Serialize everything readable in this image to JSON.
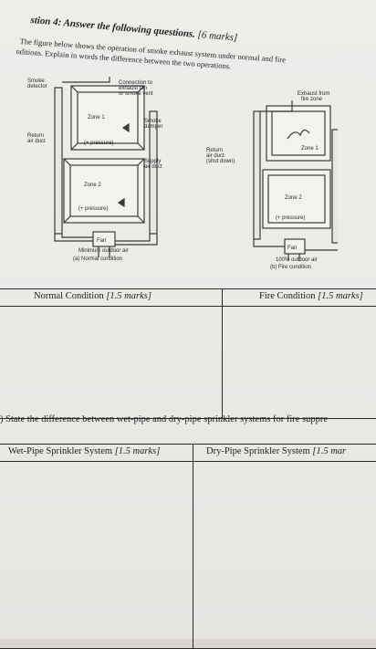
{
  "header": {
    "title": "stion 4: Answer the following questions.",
    "marks": "[6 marks]"
  },
  "intro": {
    "line1": "The figure below shows the operation of smoke exhaust system under normal and fire",
    "line2": "nditions. Explain in words the difference between the two operations."
  },
  "figure": {
    "left_labels": {
      "smoke_detector": [
        "Smoke",
        "detector"
      ],
      "connection": [
        "Connection to",
        "exhaust fan",
        "or smoke vent"
      ],
      "zone1": "Zone 1",
      "smoke_damper": [
        "Smoke",
        "damper"
      ],
      "return_duct": [
        "Return",
        "air duct"
      ],
      "pressure1": "(+ pressure)",
      "supply_duct": [
        "Supply",
        "air duct"
      ],
      "zone2": "Zone 2",
      "pressure2": "(+ pressure)",
      "fan": "Fan",
      "min_air": "Minimum outdoor air",
      "caption": "(a) Normal condition"
    },
    "right_labels": {
      "exhaust": [
        "Exhaust from",
        "fire zone"
      ],
      "return_duct": [
        "Return",
        "air duct",
        "(shut down)"
      ],
      "zone1": "Zone 1",
      "zone2": "Zone 2",
      "pressure": "(+ pressure)",
      "fan": "Fan",
      "outdoor": "100% outdoor air",
      "caption": "(b) Fire condition"
    }
  },
  "table1": {
    "col1": "Normal Condition",
    "col1_marks": "[1.5 marks]",
    "col2": "Fire Condition",
    "col2_marks": "[1.5 marks]"
  },
  "question2": {
    "text": ") State the difference between wet-pipe and dry-pipe sprinkler systems for fire suppre"
  },
  "table2": {
    "col1": "Wet-Pipe Sprinkler System",
    "col1_marks": "[1.5 marks]",
    "col2": "Dry-Pipe Sprinkler System",
    "col2_marks": "[1.5 mar"
  }
}
